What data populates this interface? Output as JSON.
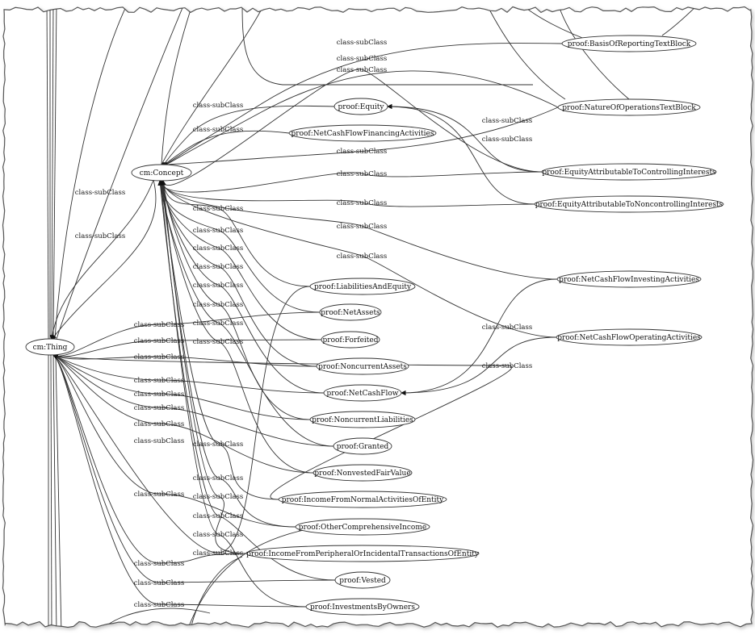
{
  "graph": {
    "nodes": [
      {
        "id": "concept",
        "label": "cm:Concept"
      },
      {
        "id": "thing",
        "label": "cm:Thing"
      },
      {
        "id": "basis",
        "label": "proof:BasisOfReportingTextBlock"
      },
      {
        "id": "equity",
        "label": "proof:Equity"
      },
      {
        "id": "nature",
        "label": "proof:NatureOfOperationsTextBlock"
      },
      {
        "id": "ncff",
        "label": "proof:NetCashFlowFinancingActivities"
      },
      {
        "id": "eqctrl",
        "label": "proof:EquityAttributableToControllingInterests"
      },
      {
        "id": "eqnonctrl",
        "label": "proof:EquityAttributableToNoncontrollingInterests"
      },
      {
        "id": "ncfi",
        "label": "proof:NetCashFlowInvestingActivities"
      },
      {
        "id": "liabeq",
        "label": "proof:LiabilitiesAndEquity"
      },
      {
        "id": "netassets",
        "label": "proof:NetAssets"
      },
      {
        "id": "forfeited",
        "label": "proof:Forfeited"
      },
      {
        "id": "ncfo",
        "label": "proof:NetCashFlowOperatingActivities"
      },
      {
        "id": "noncurassets",
        "label": "proof:NoncurrentAssets"
      },
      {
        "id": "netcashflow",
        "label": "proof:NetCashFlow"
      },
      {
        "id": "noncurliab",
        "label": "proof:NoncurrentLiabilities"
      },
      {
        "id": "granted",
        "label": "proof:Granted"
      },
      {
        "id": "nonvested",
        "label": "proof:NonvestedFairValue"
      },
      {
        "id": "incnormal",
        "label": "proof:IncomeFromNormalActivitiesOfEntity"
      },
      {
        "id": "oci",
        "label": "proof:OtherComprehensiveIncome"
      },
      {
        "id": "incperiph",
        "label": "proof:IncomeFromPeripheralOrIncidentalTransactionsOfEntity"
      },
      {
        "id": "vested",
        "label": "proof:Vested"
      },
      {
        "id": "invowners",
        "label": "proof:InvestmentsByOwners"
      }
    ],
    "edges": [
      {
        "from": "concept",
        "to": "thing",
        "label": "class-subClass"
      },
      {
        "from": "concept",
        "to": "thing",
        "label": "class-subClass"
      },
      {
        "from": "basis",
        "to": "concept",
        "label": "class-subClass"
      },
      {
        "from": "nature",
        "to": "concept",
        "label": "class-subClass"
      },
      {
        "from": "eqctrl",
        "to": "concept",
        "label": "class-subClass"
      },
      {
        "from": "equity",
        "to": "concept",
        "label": "class-subClass"
      },
      {
        "from": "ncff",
        "to": "concept",
        "label": "class-subClass"
      },
      {
        "from": "eqctrl",
        "to": "equity",
        "label": "class-subClass"
      },
      {
        "from": "eqnonctrl",
        "to": "equity",
        "label": "class-subClass"
      },
      {
        "from": "nature",
        "to": "concept",
        "label": "class-subClass"
      },
      {
        "from": "eqctrl",
        "to": "concept",
        "label": "class-subClass"
      },
      {
        "from": "eqnonctrl",
        "to": "concept",
        "label": "class-subClass"
      },
      {
        "from": "ncfi",
        "to": "concept",
        "label": "class-subClass"
      },
      {
        "from": "ncfo",
        "to": "concept",
        "label": "class-subClass"
      },
      {
        "from": "liabeq",
        "to": "concept",
        "label": "class-subClass"
      },
      {
        "from": "netassets",
        "to": "concept",
        "label": "class-subClass"
      },
      {
        "from": "forfeited",
        "to": "concept",
        "label": "class-subClass"
      },
      {
        "from": "noncurassets",
        "to": "concept",
        "label": "class-subClass"
      },
      {
        "from": "netcashflow",
        "to": "concept",
        "label": "class-subClass"
      },
      {
        "from": "noncurliab",
        "to": "concept",
        "label": "class-subClass"
      },
      {
        "from": "granted",
        "to": "concept",
        "label": "class-subClass"
      },
      {
        "from": "nonvested",
        "to": "concept",
        "label": "class-subClass"
      },
      {
        "from": "incnormal",
        "to": "concept",
        "label": "class-subClass"
      },
      {
        "from": "oci",
        "to": "concept",
        "label": "class-subClass"
      },
      {
        "from": "incperiph",
        "to": "concept",
        "label": "class-subClass"
      },
      {
        "from": "vested",
        "to": "concept",
        "label": "class-subClass"
      },
      {
        "from": "invowners",
        "to": "concept",
        "label": "class-subClass"
      },
      {
        "from": "liabeq",
        "to": "thing",
        "label": "class-subClass"
      },
      {
        "from": "netassets",
        "to": "thing",
        "label": "class-subClass"
      },
      {
        "from": "forfeited",
        "to": "thing",
        "label": "class-subClass"
      },
      {
        "from": "noncurassets",
        "to": "thing",
        "label": "class-subClass"
      },
      {
        "from": "netcashflow",
        "to": "thing",
        "label": "class-subClass"
      },
      {
        "from": "noncurliab",
        "to": "thing",
        "label": "class-subClass"
      },
      {
        "from": "granted",
        "to": "thing",
        "label": "class-subClass"
      },
      {
        "from": "nonvested",
        "to": "thing",
        "label": "class-subClass"
      },
      {
        "from": "ncfi",
        "to": "netcashflow",
        "label": "class-subClass"
      },
      {
        "from": "ncfo",
        "to": "netcashflow",
        "label": "class-subClass"
      },
      {
        "from": "incnormal",
        "to": "thing",
        "label": "class-subClass"
      },
      {
        "from": "oci",
        "to": "thing",
        "label": "class-subClass"
      },
      {
        "from": "incperiph",
        "to": "thing",
        "label": "class-subClass"
      },
      {
        "from": "vested",
        "to": "thing",
        "label": "class-subClass"
      },
      {
        "from": "invowners",
        "to": "thing",
        "label": "class-subClass"
      }
    ]
  }
}
